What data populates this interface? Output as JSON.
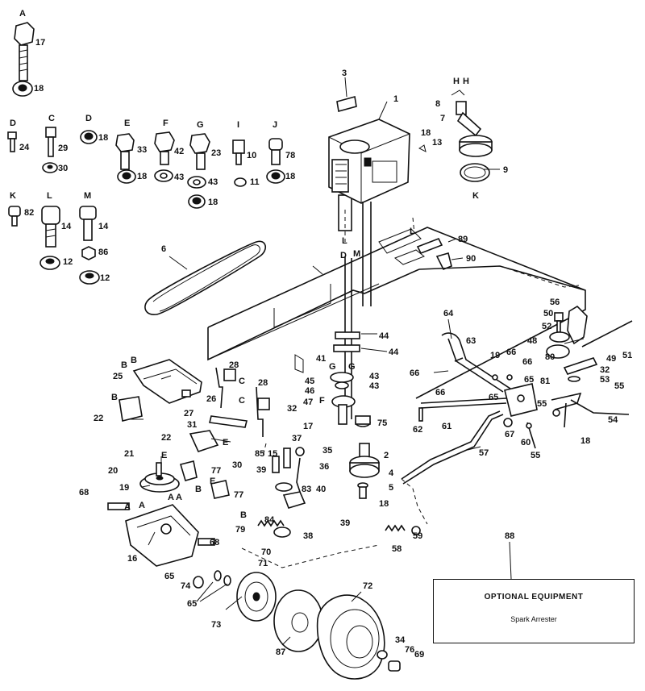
{
  "labels": {
    "A": "A",
    "17": "17",
    "18": "18",
    "D_small": "D",
    "24": "24",
    "C": "C",
    "29": "29",
    "30": "30",
    "D": "D",
    "E": "E",
    "F": "F",
    "G": "G",
    "I": "I",
    "J": "J",
    "33": "33",
    "42": "42",
    "23": "23",
    "10": "10",
    "78": "78",
    "43": "43",
    "11": "11",
    "K": "K",
    "L": "L",
    "M": "M",
    "82": "82",
    "14": "14",
    "86": "86",
    "12": "12",
    "3": "3",
    "1": "1",
    "H": "H",
    "8": "8",
    "7": "7",
    "13": "13",
    "9": "9",
    "6": "6",
    "89": "89",
    "90": "90",
    "44": "44",
    "41": "41",
    "45": "45",
    "46": "46",
    "47": "47",
    "75": "75",
    "64": "64",
    "63": "63",
    "66": "66",
    "19": "19",
    "65": "65",
    "50": "50",
    "56": "56",
    "52": "52",
    "48": "48",
    "80": "80",
    "49": "49",
    "51": "51",
    "32": "32",
    "53": "53",
    "81": "81",
    "55": "55",
    "54": "54",
    "62": "62",
    "61": "61",
    "67": "67",
    "60": "60",
    "57": "57",
    "B": "B",
    "25": "25",
    "28": "28",
    "27": "27",
    "26": "26",
    "22": "22",
    "31": "31",
    "21": "21",
    "20": "20",
    "77": "77",
    "85": "85",
    "15": "15",
    "37": "37",
    "35": "35",
    "36": "36",
    "2": "2",
    "4": "4",
    "5": "5",
    "39": "39",
    "40": "40",
    "83": "83",
    "79": "79",
    "84": "84",
    "38": "38",
    "68": "68",
    "16": "16",
    "70": "70",
    "71": "71",
    "74": "74",
    "58": "58",
    "59": "59",
    "88": "88",
    "72": "72",
    "73": "73",
    "87": "87",
    "34": "34",
    "76": "76",
    "69": "69"
  },
  "optional_box": {
    "title": "OPTIONAL EQUIPMENT",
    "item": "Spark Arrester"
  }
}
